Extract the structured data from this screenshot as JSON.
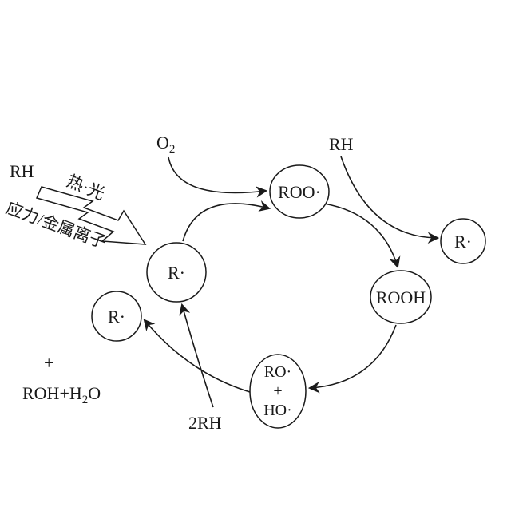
{
  "colors": {
    "ink": "#1a1a1a",
    "background": "#ffffff"
  },
  "labels": {
    "rh_initiator": "RH",
    "heat_light": "热·光",
    "stress_metal_ions": "应力/金属离子",
    "oxygen_base": "O",
    "oxygen_sub": "2",
    "rh_chain": "RH",
    "plus_sign": "+",
    "byproducts_pre": "ROH+H",
    "byproducts_sub": "2",
    "byproducts_post": "O",
    "two_rh": "2RH"
  },
  "nodes": {
    "r_center": "R·",
    "roo_radical": "ROO·",
    "r_right": "R·",
    "rooh": "ROOH",
    "ro_radical": "RO·",
    "radical_plus": "+",
    "ho_radical": "HO·",
    "r_left": "R·"
  }
}
